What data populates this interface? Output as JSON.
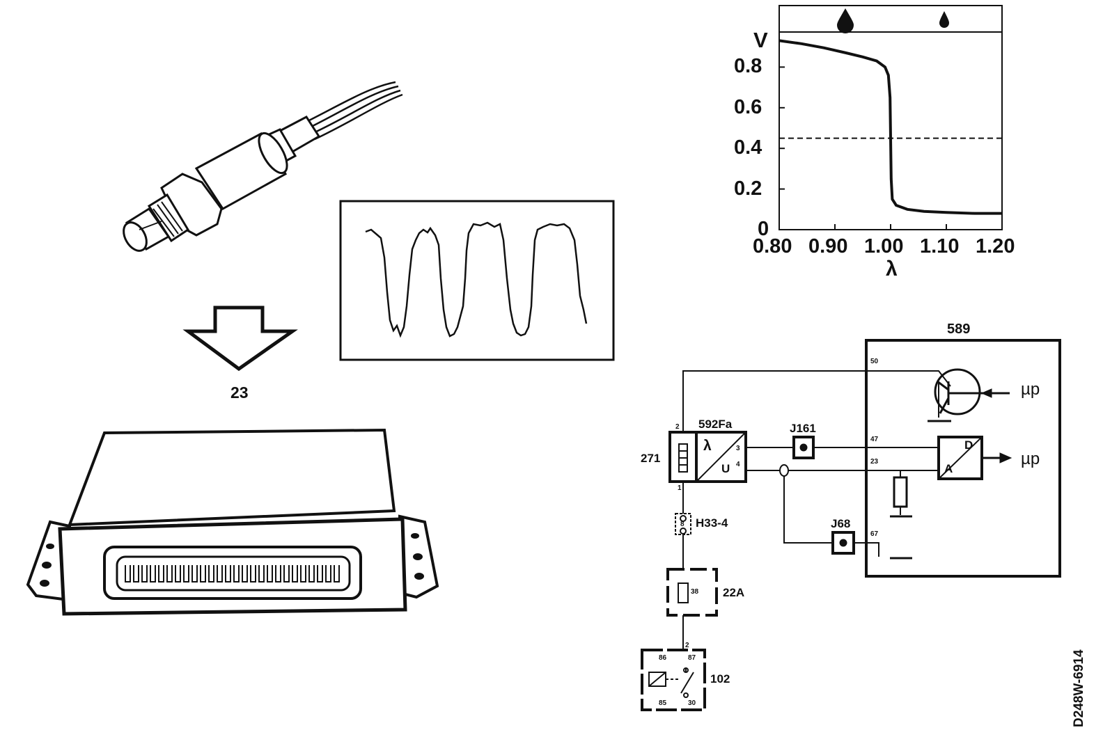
{
  "chart_data": {
    "type": "line",
    "x_tick_labels": [
      "0.80",
      "0.90",
      "1.00",
      "1.10",
      "1.20"
    ],
    "y_tick_labels": [
      "0",
      "0.2",
      "0.4",
      "0.6",
      "0.8"
    ],
    "xlabel": "λ",
    "ylabel": "V",
    "xlim": [
      0.8,
      1.2
    ],
    "ylim": [
      0,
      1.0
    ],
    "reference_line_y": 0.45,
    "top_band_icons": [
      "large-fuel-drop-icon",
      "small-fuel-drop-icon"
    ],
    "series": [
      {
        "x": [
          0.8,
          0.84,
          0.88,
          0.92,
          0.95,
          0.975,
          0.99,
          0.996,
          0.999,
          1.0,
          1.001,
          1.003,
          1.01,
          1.03,
          1.06,
          1.1,
          1.15,
          1.2
        ],
        "y": [
          0.93,
          0.915,
          0.895,
          0.87,
          0.85,
          0.83,
          0.8,
          0.76,
          0.65,
          0.45,
          0.25,
          0.15,
          0.12,
          0.1,
          0.09,
          0.085,
          0.08,
          0.08
        ]
      }
    ]
  },
  "labels": {
    "ecu_arrow": "23",
    "control_module": "589",
    "sensor_block": "592Fa",
    "heater_block": "271",
    "connector_j161": "J161",
    "connector_j68": "J68",
    "fuse_h33": "H33-4",
    "fuse_22a": "22A",
    "relay_102": "102",
    "mp_top": "µp",
    "mp_mid": "µp",
    "converter_d": "D",
    "converter_a": "A",
    "lambda_symbol": "λ",
    "u_symbol": "U",
    "figure_code": "D248W-6914"
  },
  "pins": {
    "p50": "50",
    "p47": "47",
    "p23": "23",
    "p67": "67",
    "p2": "2",
    "p1": "1",
    "p3": "3",
    "p4": "4",
    "p8": "8",
    "p38": "38",
    "p2r": "2",
    "p86": "86",
    "p87": "87",
    "p85": "85",
    "p30": "30"
  },
  "colors": {
    "ink": "#111111",
    "background": "#ffffff"
  }
}
